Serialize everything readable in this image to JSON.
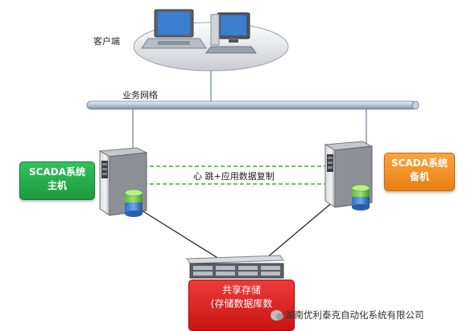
{
  "client_label": "客户端",
  "network_label": "业务网络",
  "heartbeat_label": "心 跳+应用数据复制",
  "primary_box": {
    "line1": "SCADA系统",
    "line2": "主机",
    "color": "#22a84a"
  },
  "standby_box": {
    "line1": "SCADA系统",
    "line2": "备机",
    "color": "#f28c1e"
  },
  "storage_box": {
    "line1": "共享存储",
    "line2": "(存储数据库数",
    "color": "#d91c1c"
  },
  "watermark": "湖南优利泰克自动化系统有限公司",
  "icons": [
    "client-computers-icon",
    "primary-server-icon",
    "standby-server-icon",
    "storage-array-icon",
    "database-icon",
    "wechat-icon"
  ]
}
